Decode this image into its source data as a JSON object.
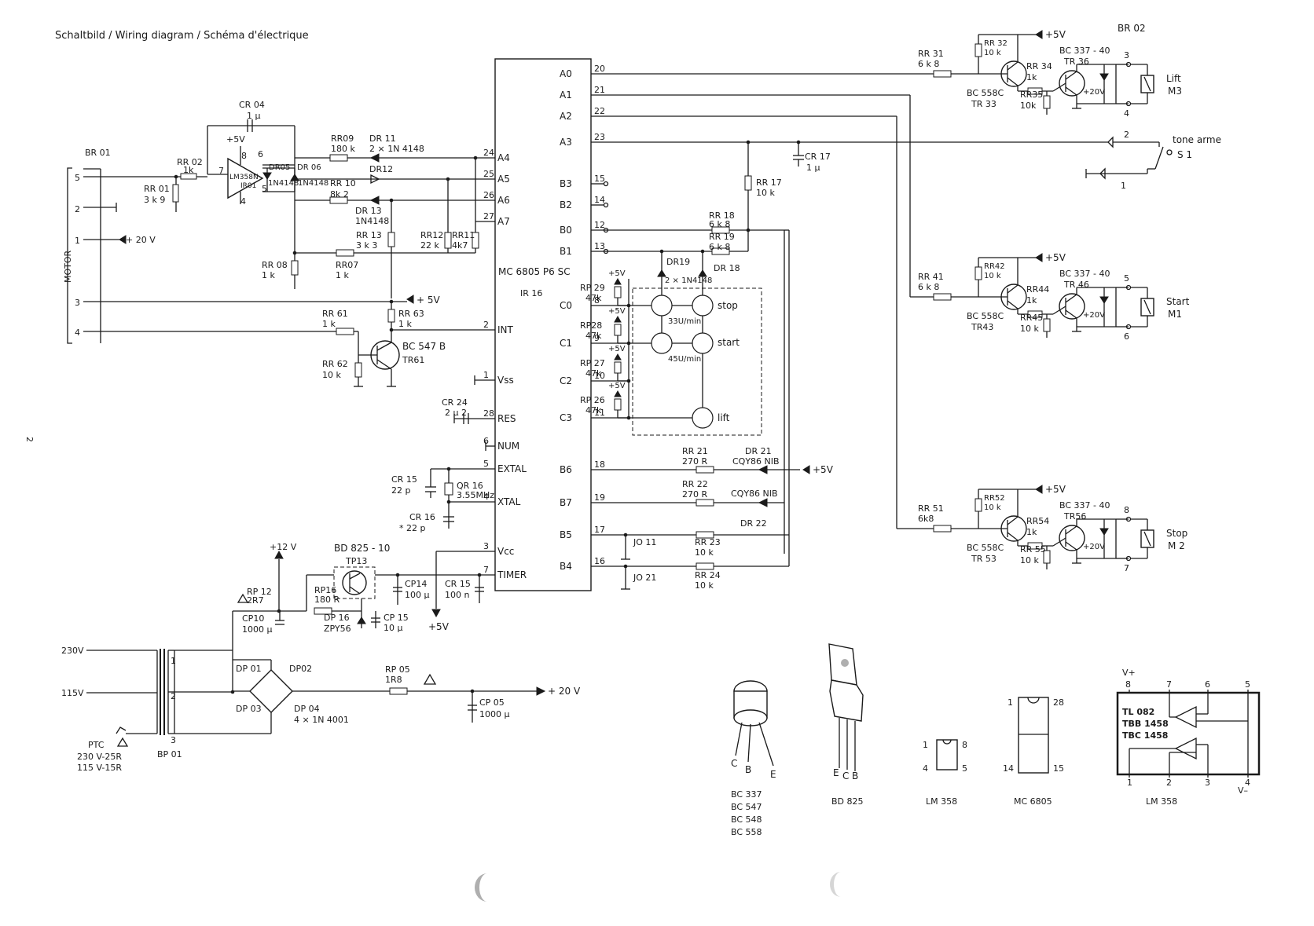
{
  "title": "Schaltbild / Wiring diagram / Schéma d'électrique",
  "page_number": "2",
  "mcu": {
    "name": "MC 6805 P6 SC",
    "ref": "IR 16",
    "pins_right": [
      {
        "name": "A0",
        "num": "20"
      },
      {
        "name": "A1",
        "num": "21"
      },
      {
        "name": "A2",
        "num": "22"
      },
      {
        "name": "A3",
        "num": "23"
      },
      {
        "name": "B3",
        "num": "15"
      },
      {
        "name": "B2",
        "num": "14"
      },
      {
        "name": "B0",
        "num": "12"
      },
      {
        "name": "B1",
        "num": "13"
      },
      {
        "name": "C0",
        "num": "8"
      },
      {
        "name": "C1",
        "num": "9"
      },
      {
        "name": "C2",
        "num": "10"
      },
      {
        "name": "C3",
        "num": "11"
      },
      {
        "name": "B6",
        "num": "18"
      },
      {
        "name": "B7",
        "num": "19"
      },
      {
        "name": "B5",
        "num": "17"
      },
      {
        "name": "B4",
        "num": "16"
      }
    ],
    "pins_left": [
      {
        "name": "A4",
        "num": "24"
      },
      {
        "name": "A5",
        "num": "25"
      },
      {
        "name": "A6",
        "num": "26"
      },
      {
        "name": "A7",
        "num": "27"
      },
      {
        "name": "INT",
        "num": "2"
      },
      {
        "name": "Vss",
        "num": "1"
      },
      {
        "name": "RES",
        "num": "28"
      },
      {
        "name": "NUM",
        "num": "6"
      },
      {
        "name": "EXTAL",
        "num": "5"
      },
      {
        "name": "XTAL",
        "num": "4"
      },
      {
        "name": "Vcc",
        "num": "3"
      },
      {
        "name": "TIMER",
        "num": "7"
      }
    ]
  },
  "motor_connector": {
    "ref": "BR 01",
    "label": "MOTOR",
    "pins": [
      "5",
      "2",
      "1",
      "3",
      "4"
    ],
    "supply": "+ 20 V"
  },
  "opamp_section": {
    "cr04": [
      "CR 04",
      "1 µ"
    ],
    "supply": "+5V",
    "ic": [
      "LM358N",
      "IR01"
    ],
    "pin_7": "7",
    "pin_8": "8",
    "pin_6": "6",
    "pin_4": "4",
    "pin_5": "5",
    "rr02": [
      "RR 02",
      "1k"
    ],
    "rr01": [
      "RR 01",
      "3 k 9"
    ],
    "dr05": "DR05",
    "dr06": "DR 06",
    "diode_type": "1N4148",
    "rr09": [
      "RR09",
      "180 k"
    ],
    "dr11": [
      "DR 11",
      "2 × 1N 4148"
    ],
    "dr12": "DR12",
    "rr10": [
      "RR 10",
      "8k 2"
    ],
    "dr13": [
      "DR 13",
      "1N4148"
    ],
    "rr13": [
      "RR 13",
      "3 k 3"
    ],
    "rr12": [
      "RR12",
      "22 k"
    ],
    "rr11": [
      "RR11",
      "4k7"
    ],
    "rr08": [
      "RR 08",
      "1 k"
    ],
    "rr07": [
      "RR07",
      "1 k"
    ]
  },
  "int_section": {
    "supply": "+ 5V",
    "rr63": [
      "RR 63",
      "1 k"
    ],
    "rr61": [
      "RR 61",
      "1 k"
    ],
    "tr61": [
      "BC 547 B",
      "TR61"
    ],
    "rr62": [
      "RR 62",
      "10 k"
    ]
  },
  "reset_osc": {
    "cr24": [
      "CR 24",
      "2 µ 2"
    ],
    "cr15": [
      "CR 15",
      "22 p"
    ],
    "qr16": [
      "QR 16",
      "3.55MHz"
    ],
    "cr16": [
      "CR 16",
      "* 22 p"
    ]
  },
  "keypad": {
    "supply": "+5V",
    "rp29": [
      "RP 29",
      "47k"
    ],
    "rp28": [
      "RP28",
      "47k"
    ],
    "rp27": [
      "RP 27",
      "47k"
    ],
    "rp26": [
      "RP 26",
      "47k"
    ],
    "dr19": [
      "DR19",
      "2 × 1N4148"
    ],
    "dr18": "DR 18",
    "rr18": [
      "RR 18",
      "6 k 8"
    ],
    "rr19": [
      "RR 19",
      "6 k 8"
    ],
    "rr17": [
      "RR 17",
      "10 k"
    ],
    "cr17": [
      "CR 17",
      "1 µ"
    ],
    "keys": [
      "stop",
      "start",
      "lift"
    ],
    "speeds": [
      "33U/min",
      "45U/min"
    ]
  },
  "leds": {
    "rr21": [
      "RR 21",
      "270 R"
    ],
    "dr21": [
      "DR 21",
      "CQY86 NIB"
    ],
    "rr22": [
      "RR 22",
      "270 R"
    ],
    "dr22": [
      "CQY86 NIB",
      "DR 22"
    ],
    "supply": "+5V",
    "jo11": "JO 11",
    "jo21": "JO 21",
    "rr23": [
      "RR 23",
      "10 k"
    ],
    "rr24": [
      "RR 24",
      "10 k"
    ]
  },
  "power_supply": {
    "v12": "+12 V",
    "bd825": "BD 825 - 10",
    "tp13": "TP13",
    "rp12": [
      "RP 12",
      "2R7"
    ],
    "rp16": [
      "RP16",
      "180 R"
    ],
    "dp16": [
      "DP 16",
      "ZPY56"
    ],
    "cp15": [
      "CP 15",
      "10 µ"
    ],
    "cp14": [
      "CP14",
      "100 µ"
    ],
    "cr15b": [
      "CR 15",
      "100 n"
    ],
    "cp10": [
      "CP10",
      "1000 µ"
    ],
    "v5": "+5V",
    "mains": [
      "230V",
      "115V"
    ],
    "ptc": [
      "PTC",
      "230 V-25R",
      "115 V-15R"
    ],
    "bp01": "BP 01",
    "transformer_pins": [
      "1",
      "2",
      "3"
    ],
    "dp01": "DP 01",
    "dp02": "DP02",
    "dp03": "DP 03",
    "dp04": [
      "DP 04",
      "4 × 1N 4001"
    ],
    "rp05": [
      "RP 05",
      "1R8"
    ],
    "cp05": [
      "CP 05",
      "1000 µ"
    ],
    "v20": "+ 20 V"
  },
  "relays": [
    {
      "rin": [
        "RR 31",
        "6 k 8"
      ],
      "rpu": [
        "RR 32",
        "10 k"
      ],
      "rb": [
        "RR 34",
        "1k"
      ],
      "re": [
        "RR35",
        "10k"
      ],
      "tpnp": [
        "BC 558C",
        "TR 33"
      ],
      "tnpn": [
        "BC 337 - 40",
        "TR 36"
      ],
      "v": "+20V",
      "vtop": "+5V",
      "pins": [
        "3",
        "4"
      ],
      "name": [
        "Lift",
        "M3"
      ],
      "connector": "BR 02"
    },
    {
      "rin": [
        "RR 41",
        "6 k 8"
      ],
      "rpu": [
        "RR42",
        "10 k"
      ],
      "rb": [
        "RR44",
        "1k"
      ],
      "re": [
        "RR45",
        "10 k"
      ],
      "tpnp": [
        "BC 558C",
        "TR43"
      ],
      "tnpn": [
        "BC 337 - 40",
        "TR 46"
      ],
      "v": "+20V",
      "vtop": "+5V",
      "pins": [
        "5",
        "6"
      ],
      "name": [
        "Start",
        "M1"
      ]
    },
    {
      "rin": [
        "RR 51",
        "6k8"
      ],
      "rpu": [
        "RR52",
        "10 k"
      ],
      "rb": [
        "RR54",
        "1k"
      ],
      "re": [
        "RR 55",
        "10 k"
      ],
      "tpnp": [
        "BC 558C",
        "TR 53"
      ],
      "tnpn": [
        "BC 337 - 40",
        "TR56"
      ],
      "v": "+20V",
      "vtop": "+5V",
      "pins": [
        "8",
        "7"
      ],
      "name": [
        "Stop",
        "M 2"
      ]
    }
  ],
  "tone_arm": {
    "label": "tone arme",
    "ref": "S 1",
    "pins": [
      "2",
      "1"
    ]
  },
  "packages": {
    "to92": {
      "pins": [
        "C",
        "B",
        "E"
      ],
      "parts": [
        "BC 337",
        "BC 547",
        "BC 548",
        "BC 558"
      ]
    },
    "to126": {
      "pins": [
        "E",
        "C",
        "B"
      ],
      "part": "BD 825"
    },
    "lm358_dip": {
      "pins": [
        "1",
        "8",
        "4",
        "5"
      ],
      "part": "LM 358"
    },
    "mc6805_dip": {
      "pins": [
        "1",
        "28",
        "14",
        "15"
      ],
      "part": "MC 6805"
    },
    "lm358_internal": {
      "vplus": "V+",
      "vminus": "V–",
      "top_pins": [
        "8",
        "7",
        "6",
        "5"
      ],
      "bottom_pins": [
        "1",
        "2",
        "3",
        "4"
      ],
      "equivalents": [
        "TL 082",
        "TBB 1458",
        "TBC 1458"
      ],
      "part": "LM 358"
    }
  }
}
